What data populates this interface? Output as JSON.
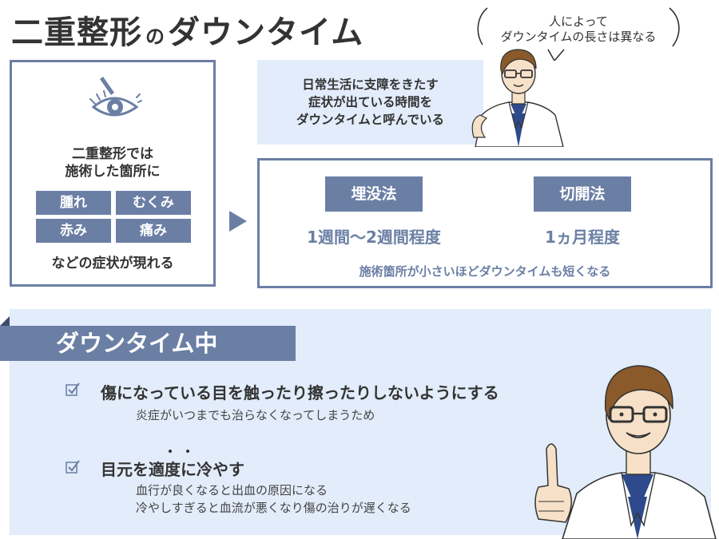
{
  "title": {
    "main": "二重整形",
    "particle": "の",
    "rest": "ダウンタイム"
  },
  "speech_bubble": {
    "line1": "人によって",
    "line2": "ダウンタイムの長さは異なる"
  },
  "left_panel": {
    "intro_line1": "二重整形では",
    "intro_line2": "施術した箇所に",
    "symptoms": [
      "腫れ",
      "むくみ",
      "赤み",
      "痛み"
    ],
    "outro": "などの症状が現れる"
  },
  "definition": {
    "line1": "日常生活に支障をきたす",
    "line2": "症状が出ている時間を",
    "line3": "ダウンタイムと呼んでいる"
  },
  "methods": {
    "items": [
      {
        "name": "埋没法",
        "duration": "1週間〜2週間程度"
      },
      {
        "name": "切開法",
        "duration": "1ヵ月程度"
      }
    ],
    "note": "施術箇所が小さいほどダウンタイムも短くなる"
  },
  "downtime_section": {
    "title": "ダウンタイム中",
    "items": [
      {
        "heading": "傷になっている目を触ったり擦ったりしないようにする",
        "details": [
          "炎症がいつまでも治らなくなってしまうため"
        ]
      },
      {
        "heading": "目元を適度に冷やす",
        "details": [
          "血行が良くなると出血の原因になる",
          "冷やしすぎると血流が悪くなり傷の治りが遅くなる"
        ]
      }
    ]
  },
  "colors": {
    "accent": "#6b7fa5",
    "light_bg": "#e2ecfa",
    "text": "#333333"
  },
  "icons": [
    "eye-icon",
    "check-icon",
    "arrow-right-icon",
    "doctor-illustration"
  ]
}
